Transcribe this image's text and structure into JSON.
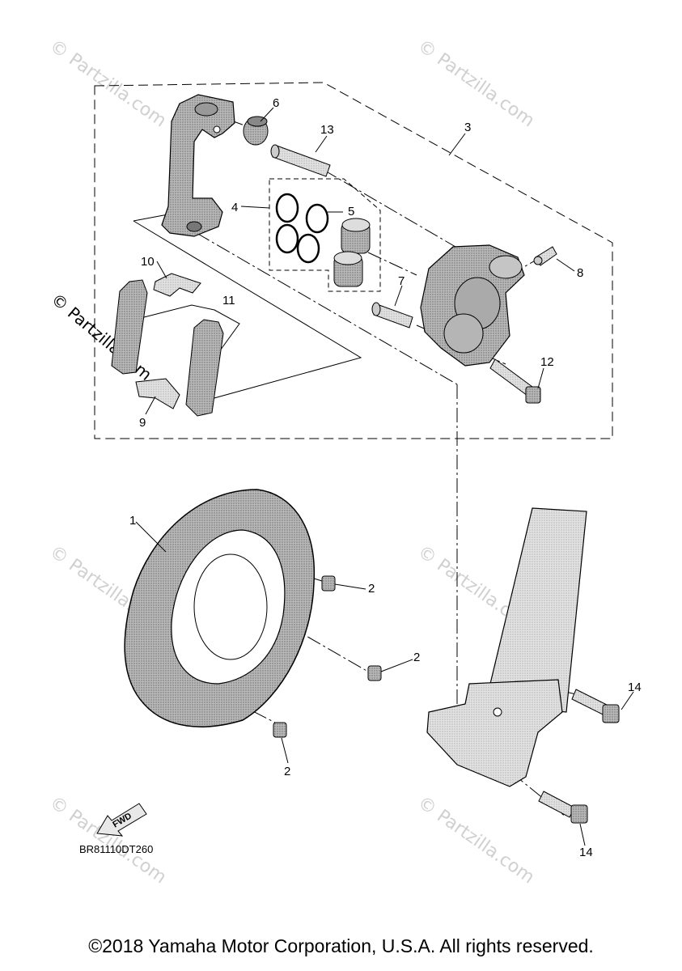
{
  "callouts": {
    "c1": "1",
    "c2a": "2",
    "c2b": "2",
    "c2c": "2",
    "c3": "3",
    "c4": "4",
    "c5": "5",
    "c6": "6",
    "c7": "7",
    "c8": "8",
    "c9": "9",
    "c10": "10",
    "c11": "11",
    "c12": "12",
    "c13": "13",
    "c14a": "14",
    "c14b": "14"
  },
  "watermark": {
    "text": "© Partzilla.com",
    "prominent_text": "© Partzilla.com"
  },
  "fwd_label": "FWD",
  "diagram_code": "BR81110DT260",
  "copyright": "©2018 Yamaha Motor Corporation, U.S.A. All rights reserved.",
  "colors": {
    "line": "#000000",
    "part_fill": "#bdbdbd",
    "fork_fill": "#e6e6e6",
    "watermark": "#d0d0d0"
  }
}
